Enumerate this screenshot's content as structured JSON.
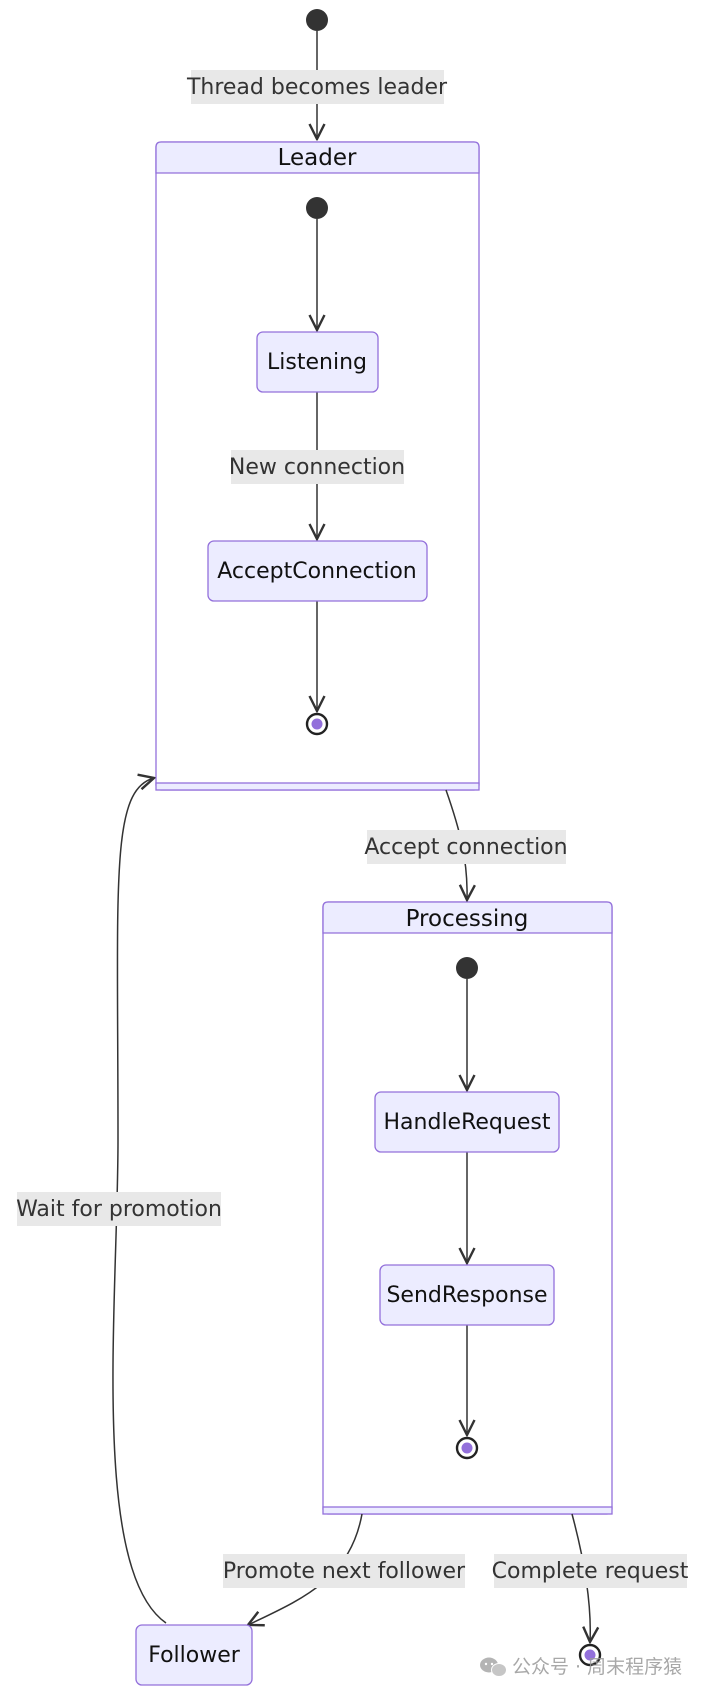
{
  "colors": {
    "stroke": "#9370db",
    "fill": "#ececff",
    "composite_body": "#ffffff",
    "edge": "#333333",
    "label_bg": "#e8e8e8",
    "start_dot": "#333333"
  },
  "composites": {
    "leader": {
      "title": "Leader"
    },
    "processing": {
      "title": "Processing"
    }
  },
  "states": {
    "listening": "Listening",
    "accept_connection": "AcceptConnection",
    "handle_request": "HandleRequest",
    "send_response": "SendResponse",
    "follower": "Follower"
  },
  "edges": {
    "thread_becomes_leader": "Thread becomes leader",
    "new_connection": "New connection",
    "accept_connection": "Accept connection",
    "wait_for_promotion": "Wait for promotion",
    "promote_next_follower": "Promote next follower",
    "complete_request": "Complete request"
  },
  "watermark": {
    "icon": "wechat-icon",
    "text": "公众号 · 周末程序猿"
  }
}
